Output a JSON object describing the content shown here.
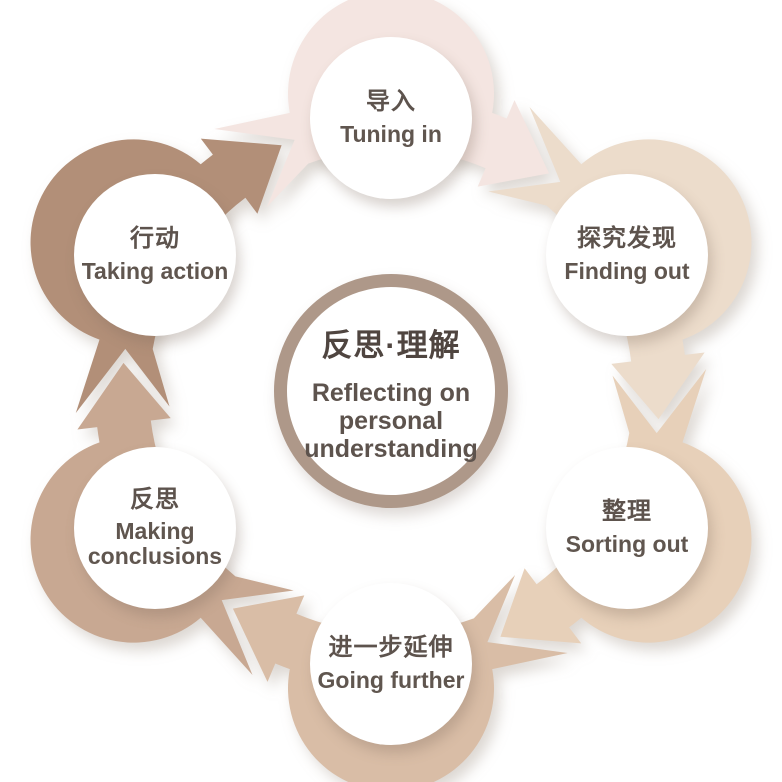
{
  "diagram": {
    "type": "cycle",
    "background": "#ffffff"
  },
  "center": {
    "zh": "反思·理解",
    "en": "Reflecting on personal understanding",
    "ring_color": "#ae9889",
    "text_color": "#4f4540"
  },
  "nodes": [
    {
      "id": "tuning-in",
      "zh": "导入",
      "en": "Tuning in"
    },
    {
      "id": "finding-out",
      "zh": "探究发现",
      "en": "Finding out"
    },
    {
      "id": "sorting-out",
      "zh": "整理",
      "en": "Sorting out"
    },
    {
      "id": "going-further",
      "zh": "进一步延伸",
      "en": "Going further"
    },
    {
      "id": "making-conclusions",
      "zh": "反思",
      "en": "Making conclusions"
    },
    {
      "id": "taking-action",
      "zh": "行动",
      "en": "Taking action"
    }
  ],
  "segments": [
    {
      "from": "tuning-in",
      "to": "finding-out",
      "color": "#f4e5e1"
    },
    {
      "from": "finding-out",
      "to": "sorting-out",
      "color": "#ecdccb"
    },
    {
      "from": "sorting-out",
      "to": "going-further",
      "color": "#e7d0b9"
    },
    {
      "from": "going-further",
      "to": "making-conclusions",
      "color": "#d9bda6"
    },
    {
      "from": "making-conclusions",
      "to": "taking-action",
      "color": "#c8a892"
    },
    {
      "from": "taking-action",
      "to": "tuning-in",
      "color": "#b28f78"
    }
  ],
  "text_color": "#5d534d"
}
